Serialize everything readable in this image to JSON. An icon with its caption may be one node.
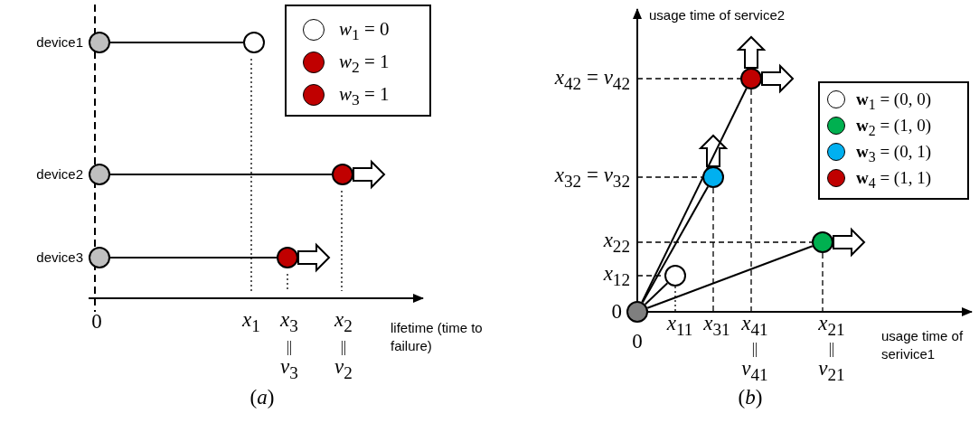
{
  "diagram": {
    "nodes": [
      {
        "text": [],
        "shape": "circle",
        "beside": [
          "device1"
        ]
      },
      {
        "text": [],
        "shape": "circle"
      },
      {
        "text": [],
        "shape": "circle",
        "beside": [
          "device2"
        ]
      },
      {
        "text": [],
        "shape": "circle"
      },
      {
        "text": [],
        "shape": "circle",
        "beside": [
          "device3"
        ]
      },
      {
        "text": [],
        "shape": "circle"
      },
      {
        "text": [],
        "shape": "circle"
      },
      {
        "text": [],
        "shape": "circle"
      },
      {
        "text": [],
        "shape": "circle"
      },
      {
        "text": [],
        "shape": "circle"
      },
      {
        "text": [],
        "shape": "circle"
      }
    ],
    "edges": [
      {
        "from": 0,
        "to": 1,
        "arrow": "none"
      },
      {
        "from": 2,
        "to": 3,
        "arrow": "none"
      },
      {
        "from": 4,
        "to": 5,
        "arrow": "none"
      },
      {
        "from": 6,
        "to": 7,
        "arrow": "none"
      },
      {
        "from": 6,
        "to": 8,
        "arrow": "none"
      },
      {
        "from": 6,
        "to": 9,
        "arrow": "none"
      },
      {
        "from": 6,
        "to": 10,
        "arrow": "none"
      }
    ],
    "labels": [
      "0",
      "*x*$_{1}$",
      "*x*$_{3}$",
      "*x*$_{2}$",
      "||",
      "||",
      "*v*$_{3}$",
      "*v*$_{2}$",
      "lifetime (time to failure)",
      "(*a*)",
      "usage time of service2",
      "*x*$_{42}$ = *v*$_{42}$",
      "*x*$_{32}$ = *v*$_{32}$",
      "*x*$_{22}$",
      "*x*$_{12}$",
      "0",
      "0",
      "*x*$_{11}$",
      "*x*$_{31}$",
      "*x*$_{41}$",
      "*x*$_{21}$",
      "||",
      "||",
      "*v*$_{41}$",
      "*v*$_{21}$",
      "usage time of serivice1",
      "(*b*)"
    ],
    "legend": [
      {
        "text": "*w*$_{1}$ = 0",
        "color": "#ffffff"
      },
      {
        "text": "*w*$_{2}$ = 1",
        "color": "#c00000"
      },
      {
        "text": "*w*$_{3}$ = 1",
        "color": "#c00000"
      },
      {
        "text": "**w**$_{1}$ = (0, 0)",
        "color": "#ffffff"
      },
      {
        "text": "**w**$_{2}$ = (1, 0)",
        "color": "#00b050"
      },
      {
        "text": "**w**$_{3}$ = (0, 1)",
        "color": "#00b0f0"
      },
      {
        "text": "**w**$_{4}$ = (1, 1)",
        "color": "#c00000"
      }
    ]
  }
}
